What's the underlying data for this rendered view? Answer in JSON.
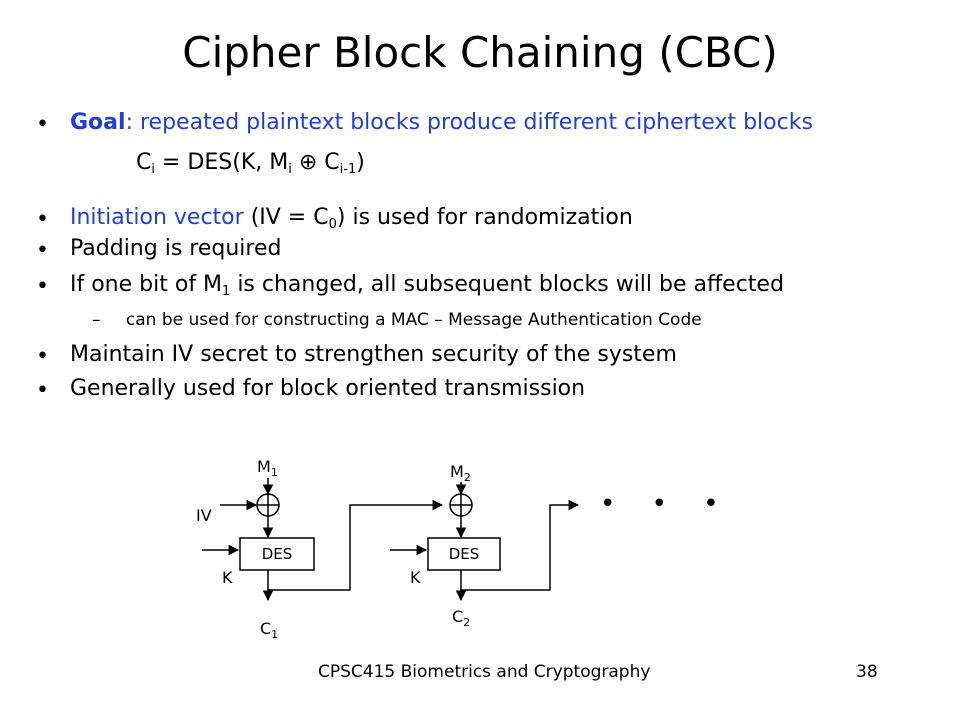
{
  "title": "Cipher Block Chaining (CBC)",
  "goal": {
    "label": "Goal",
    "sep": ":",
    "text": "repeated plaintext blocks produce different ciphertext blocks"
  },
  "formula": {
    "c": "C",
    "i": "i",
    "mid": "= DES(K, M",
    "xor": "⊕",
    "c2": "C",
    "im1": "i-1",
    "close": ")"
  },
  "bullets": {
    "iv_blue": "Initiation vector",
    "iv_rest": "(IV = C",
    "iv_sub": "0",
    "iv_end": ") is used for randomization",
    "padding": "Padding is required",
    "onebit_a": "If one bit of M",
    "onebit_sub": "1",
    "onebit_b": " is changed, all subsequent blocks will be affected",
    "mac_dash": "–",
    "mac": "can be used for constructing a MAC – Message Authentication Code",
    "secret": "Maintain IV secret to strengthen security of the system",
    "usage": "Generally used for block oriented transmission"
  },
  "diagram": {
    "m": "M",
    "one": "1",
    "two": "2",
    "iv": "IV",
    "des": "DES",
    "k": "K",
    "c": "C",
    "dots": "• • •"
  },
  "footer": {
    "course": "CPSC415 Biometrics and Cryptography",
    "page": "38"
  }
}
